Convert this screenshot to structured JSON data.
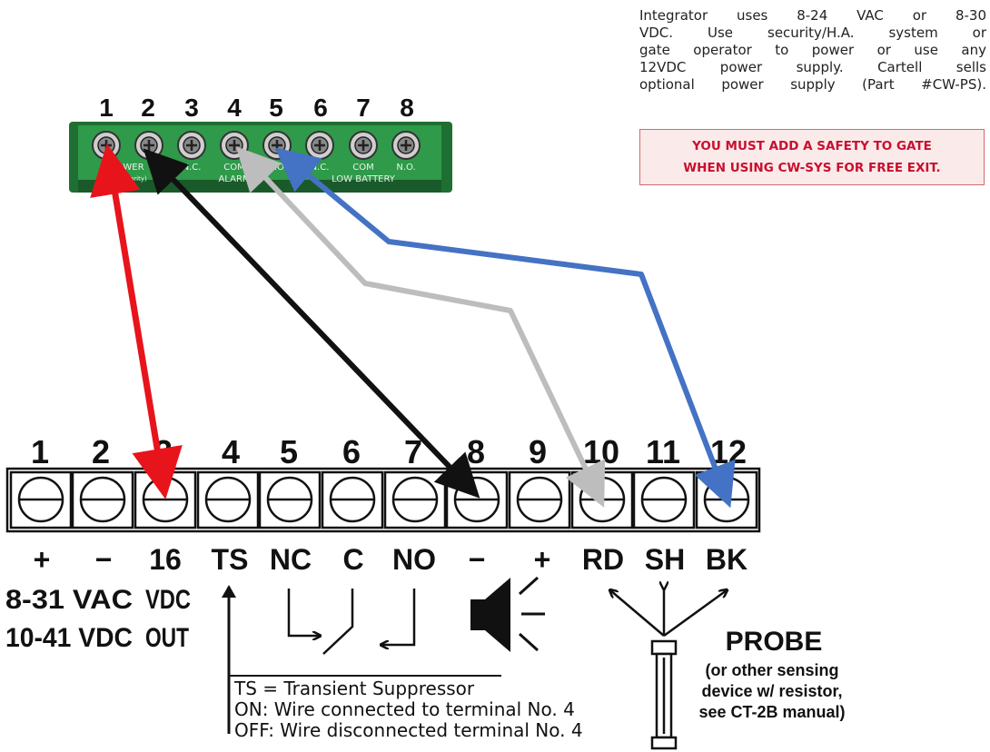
{
  "note": {
    "lines": [
      "Integrator uses 8-24 VAC or 8-30",
      "VDC. Use security/H.A. system or",
      "gate operator to power or use any",
      "12VDC power supply. Cartell sells",
      "optional power supply (Part #CW-PS)."
    ]
  },
  "warning": {
    "line1": "YOU MUST ADD A SAFETY TO GATE",
    "line2": "WHEN USING CW-SYS FOR FREE EXIT."
  },
  "top_block": {
    "numbers": [
      "1",
      "2",
      "3",
      "4",
      "5",
      "6",
      "7",
      "8"
    ],
    "labels": {
      "power": "POWER",
      "polarity": "(No Polarity)",
      "nc1": "N.C.",
      "com1": "COM",
      "no1": "N.O.",
      "alarm": "ALARM",
      "nc2": "N.C.",
      "com2": "COM",
      "no2": "N.O.",
      "low_battery": "LOW BATTERY"
    },
    "color": "#2f9a4a"
  },
  "bottom_block": {
    "numbers": [
      "1",
      "2",
      "3",
      "4",
      "5",
      "6",
      "7",
      "8",
      "9",
      "10",
      "11",
      "12"
    ],
    "symbols": [
      "+",
      "−",
      "16",
      "TS",
      "NC",
      "C",
      "NO",
      "−",
      "+",
      "RD",
      "SH",
      "BK"
    ],
    "supply_line1": "8-31 VAC",
    "supply_line2": "10-41 VDC",
    "vdc": "VDC",
    "out": "OUT",
    "probe_title": "PROBE",
    "probe_desc": [
      "(or other sensing",
      "device w/ resistor,",
      "see CT-2B manual)"
    ],
    "ts_legend": [
      "TS = Transient Suppressor",
      "ON:  Wire connected to terminal No. 4",
      "OFF: Wire disconnected terminal No. 4"
    ]
  },
  "wires": {
    "red": "#e8141b",
    "black": "#111111",
    "gray": "#bdbdbd",
    "blue": "#4472c4"
  }
}
